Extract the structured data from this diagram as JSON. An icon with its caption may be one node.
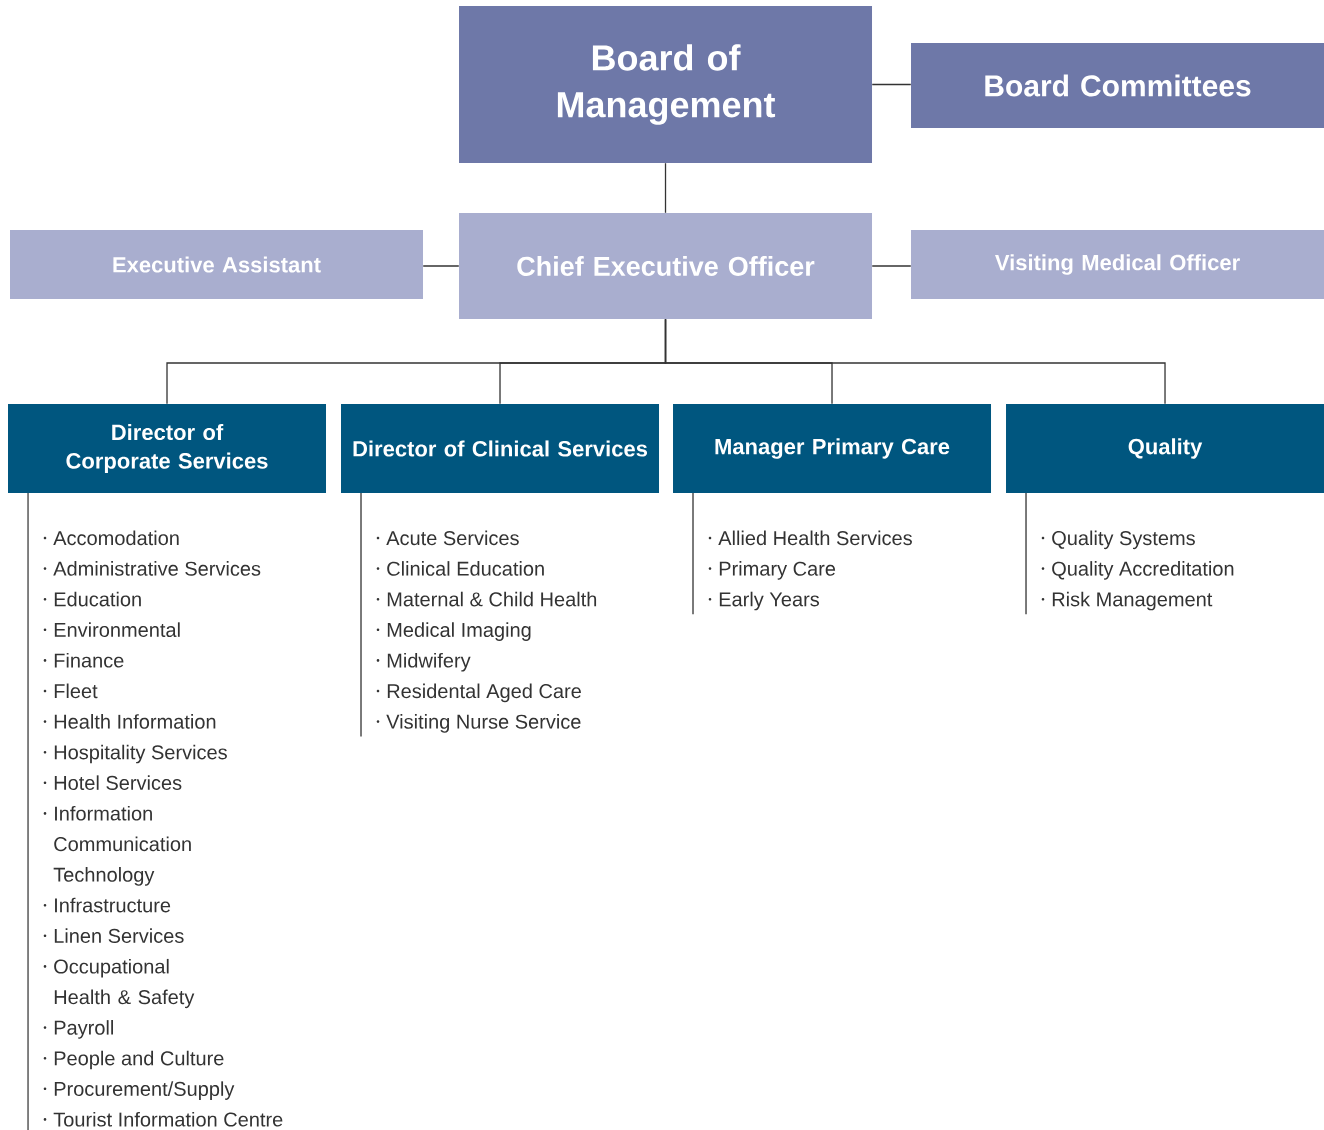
{
  "diagram": {
    "nodes": [
      {
        "text": [
          "Board of Management"
        ]
      },
      {
        "text": [
          "Board Committees"
        ]
      },
      {
        "text": [
          "Executive Assistant"
        ]
      },
      {
        "text": [
          "Chief Executive Officer"
        ]
      },
      {
        "text": [
          "Visiting Medical Officer"
        ]
      },
      {
        "text": [
          "Director of Corporate Services"
        ],
        "beside": [
          "Accomodation",
          "Administrative Services",
          "Education",
          "Environmental",
          "Finance",
          "Fleet",
          "Health Information",
          "Hospitality Services",
          "Hotel Services",
          "Information Communication Technology",
          "Infrastructure",
          "Linen Services",
          "Occupational Health & Safety",
          "Payroll",
          "People and Culture",
          "Procurement/Supply",
          "Tourist Information Centre"
        ]
      },
      {
        "text": [
          "Director of Clinical Services"
        ],
        "beside": [
          "Acute Services",
          "Clinical Education",
          "Maternal & Child Health",
          "Medical Imaging",
          "Midwifery",
          "Residental Aged Care",
          "Visiting Nurse Service"
        ]
      },
      {
        "text": [
          "Manager Primary Care"
        ],
        "beside": [
          "Allied Health Services",
          "Primary Care",
          "Early Years"
        ]
      },
      {
        "text": [
          "Quality"
        ],
        "beside": [
          "Quality Systems",
          "Quality Accreditation",
          "Risk Management"
        ]
      }
    ],
    "edges": [
      {
        "from": 0,
        "to": 1,
        "arrow": "none"
      },
      {
        "from": 0,
        "to": 3,
        "arrow": "none"
      },
      {
        "from": 3,
        "to": 2,
        "arrow": "none"
      },
      {
        "from": 3,
        "to": 4,
        "arrow": "none"
      },
      {
        "from": 3,
        "to": 5,
        "arrow": "none"
      },
      {
        "from": 3,
        "to": 6,
        "arrow": "none"
      },
      {
        "from": 3,
        "to": 7,
        "arrow": "none"
      },
      {
        "from": 3,
        "to": 8,
        "arrow": "none"
      }
    ]
  }
}
